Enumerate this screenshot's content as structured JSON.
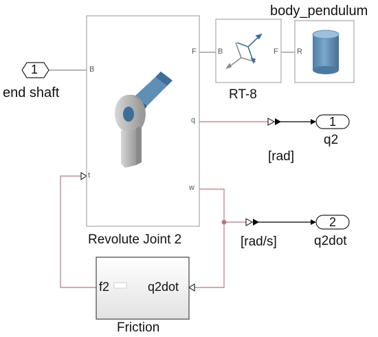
{
  "diagram": {
    "blocks": {
      "revolute_joint": {
        "name": "Revolute Joint 2",
        "ports": {
          "base": "B",
          "follower": "F",
          "angle": "q",
          "velocity": "w",
          "torque": "t"
        }
      },
      "rigid_transform": {
        "name": "RT-8",
        "ports": {
          "base": "B",
          "follower": "F"
        }
      },
      "body_pendulum": {
        "name": "body_pendulum",
        "ports": {
          "reference": "R"
        }
      },
      "inport_end_shaft": {
        "number": "1",
        "name": "end shaft"
      },
      "outport_q2": {
        "number": "1",
        "name": "q2",
        "signal_unit": "[rad]"
      },
      "outport_q2dot": {
        "number": "2",
        "name": "q2dot",
        "signal_unit": "[rad/s]"
      },
      "friction": {
        "name": "Friction",
        "ports": {
          "output": "f2",
          "input": "q2dot"
        }
      }
    },
    "colors": {
      "physical_line": "#8a8a8a",
      "signal_line": "#b07a80",
      "signal_arrow": "#000000",
      "block_border": "#a8a8a8",
      "joint_body": "#b8b8b8",
      "joint_accent": "#4a7fa8",
      "cylinder": "#5f8fb5"
    },
    "icons": {
      "joint_icon": "revolute-joint-icon",
      "transform_icon": "frame-axes-icon",
      "solid_icon": "cylinder-icon"
    }
  }
}
